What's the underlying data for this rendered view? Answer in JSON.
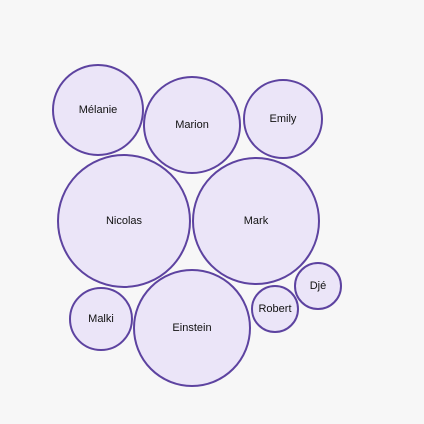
{
  "colors": {
    "background": "#f7f7f7",
    "bubble_fill": "#ebe5f8",
    "bubble_stroke": "#5d43a0",
    "label": "#111111"
  },
  "bubbles": [
    {
      "label": "Mélanie"
    },
    {
      "label": "Marion"
    },
    {
      "label": "Emily"
    },
    {
      "label": "Nicolas"
    },
    {
      "label": "Mark"
    },
    {
      "label": "Djé"
    },
    {
      "label": "Malki"
    },
    {
      "label": "Einstein"
    },
    {
      "label": "Robert"
    }
  ]
}
